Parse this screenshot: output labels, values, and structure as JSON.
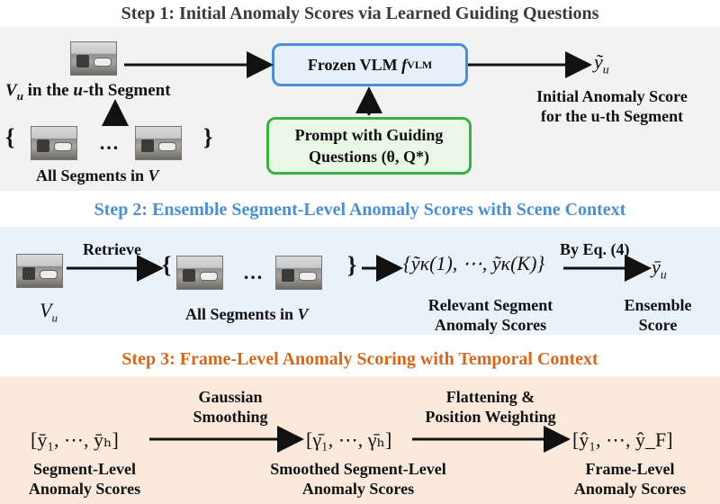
{
  "step1": {
    "title": "Step 1: Initial Anomaly Scores via Learned Guiding Questions",
    "title_color": "#3a3a3a",
    "bg": "#f2f2f2",
    "vu_label": "V",
    "vu_sub": "u",
    "vu_rest": " in the ",
    "vu_u": "u",
    "vu_tail": "-th Segment",
    "all_segments": "All Segments in ",
    "all_segments_v": "V",
    "vlm_box": "Frozen VLM ",
    "vlm_f": "f",
    "vlm_sub": "VLM",
    "prompt_line1": "Prompt with Guiding",
    "prompt_line2": "Questions (θ, Q*)",
    "output_symbol": "ỹ",
    "output_sub": "u",
    "output_line1": "Initial Anomaly Score",
    "output_line2": "for the u-th Segment"
  },
  "step2": {
    "title": "Step 2: Ensemble Segment-Level Anomaly Scores with Scene Context",
    "title_color": "#4a8fd1",
    "bg": "#e8f2f8",
    "vu_label": "V",
    "vu_sub": "u",
    "retrieve": "Retrieve",
    "all_segments": "All Segments in ",
    "all_segments_v": "V",
    "relevant_set": "{ỹκ(1), ⋯, ỹκ(K)}",
    "relevant_line1": "Relevant Segment",
    "relevant_line2": "Anomaly Scores",
    "by_eq": "By Eq. (4)",
    "ensemble_symbol": "ȳ",
    "ensemble_sub": "u",
    "ensemble_line1": "Ensemble",
    "ensemble_line2": "Score"
  },
  "step3": {
    "title": "Step 3: Frame-Level Anomaly Scoring with Temporal Context",
    "title_color": "#d2691e",
    "bg": "#fbe9dc",
    "seg_vector": "[ȳ₁, ⋯, ȳₕ]",
    "seg_line1": "Segment-Level",
    "seg_line2": "Anomaly Scores",
    "gauss_line1": "Gaussian",
    "gauss_line2": "Smoothing",
    "smooth_vector": "[γ̄₁, ⋯, γ̄ₕ]",
    "smooth_line1": "Smoothed Segment-Level",
    "smooth_line2": "Anomaly Scores",
    "flat_line1": "Flattening &",
    "flat_line2": "Position Weighting",
    "frame_vector": "[ŷ₁, ⋯, ŷ_F]",
    "frame_line1": "Frame-Level",
    "frame_line2": "Anomaly Scores"
  },
  "colors": {
    "vlm_border": "#4a90d9",
    "vlm_fill": "#e6f0fb",
    "prompt_border": "#3cb043",
    "prompt_fill": "#e9f7e6"
  }
}
